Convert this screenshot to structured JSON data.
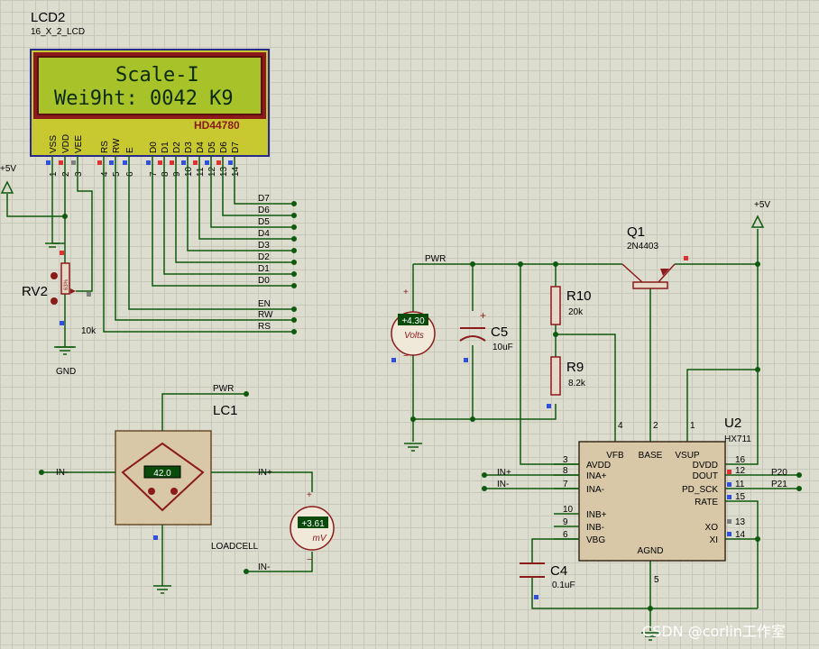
{
  "lcd": {
    "ref": "LCD2",
    "part": "16_X_2_LCD",
    "line1": "Scale-I",
    "line2": "Wei9ht:  0042 K9",
    "controller": "HD44780",
    "pin_names": [
      "VSS",
      "VDD",
      "VEE",
      "RS",
      "RW",
      "E",
      "D0",
      "D1",
      "D2",
      "D3",
      "D4",
      "D5",
      "D6",
      "D7"
    ],
    "pin_numbers": [
      "1",
      "2",
      "3",
      "4",
      "5",
      "6",
      "7",
      "8",
      "9",
      "10",
      "11",
      "12",
      "13",
      "14"
    ],
    "data_labels": [
      "D7",
      "D6",
      "D5",
      "D4",
      "D3",
      "D2",
      "D1",
      "D0"
    ],
    "ctrl_labels": [
      "EN",
      "RW",
      "RS"
    ]
  },
  "rv2": {
    "ref": "RV2",
    "value": "10k",
    "percent": "63%"
  },
  "supply": {
    "left": "+5V",
    "right": "+5V",
    "gnd": "GND"
  },
  "loadcell": {
    "ref": "LC1",
    "name": "LOADCELL",
    "display": "42.0",
    "pwr": "PWR",
    "in_minus": "IN-",
    "in_plus": "IN+",
    "in_minus_bottom": "IN-"
  },
  "voltmeter1": {
    "reading": "+4.30",
    "unit": "Volts"
  },
  "voltmeter2": {
    "reading": "+3.61",
    "unit": "mV"
  },
  "pwr_label": "PWR",
  "c5": {
    "ref": "C5",
    "value": "10uF"
  },
  "r10": {
    "ref": "R10",
    "value": "20k"
  },
  "r9": {
    "ref": "R9",
    "value": "8.2k"
  },
  "q1": {
    "ref": "Q1",
    "part": "2N4403"
  },
  "c4": {
    "ref": "C4",
    "value": "0.1uF"
  },
  "u2": {
    "ref": "U2",
    "part": "HX711",
    "left_pins": [
      {
        "num": "3",
        "name": "AVDD"
      },
      {
        "num": "8",
        "name": "INA+"
      },
      {
        "num": "7",
        "name": "INA-"
      },
      {
        "num": "10",
        "name": "INB+"
      },
      {
        "num": "9",
        "name": "INB-"
      },
      {
        "num": "6",
        "name": "VBG"
      }
    ],
    "right_pins": [
      {
        "num": "16",
        "name": "DVDD"
      },
      {
        "num": "12",
        "name": "DOUT"
      },
      {
        "num": "11",
        "name": "PD_SCK"
      },
      {
        "num": "15",
        "name": "RATE"
      },
      {
        "num": "13",
        "name": "XO"
      },
      {
        "num": "14",
        "name": "XI"
      }
    ],
    "top_pins": [
      {
        "num": "4",
        "name": "VFB"
      },
      {
        "num": "2",
        "name": "BASE"
      },
      {
        "num": "1",
        "name": "VSUP"
      }
    ],
    "bottom_pin": {
      "num": "5",
      "name": "AGND"
    }
  },
  "hx_in_plus": "IN+",
  "hx_in_minus": "IN-",
  "p20": "P20",
  "p21": "P21",
  "watermark": "CSDN @corlin工作室",
  "colors": {
    "wire": "#0f5a0f",
    "component": "#8b1a1a",
    "lcd_screen": "#a8c22a",
    "lcd_body": "#c8c830",
    "lcd_frame": "#2a2a8a",
    "pin_red": "#e03030",
    "pin_blue": "#3050e0"
  }
}
